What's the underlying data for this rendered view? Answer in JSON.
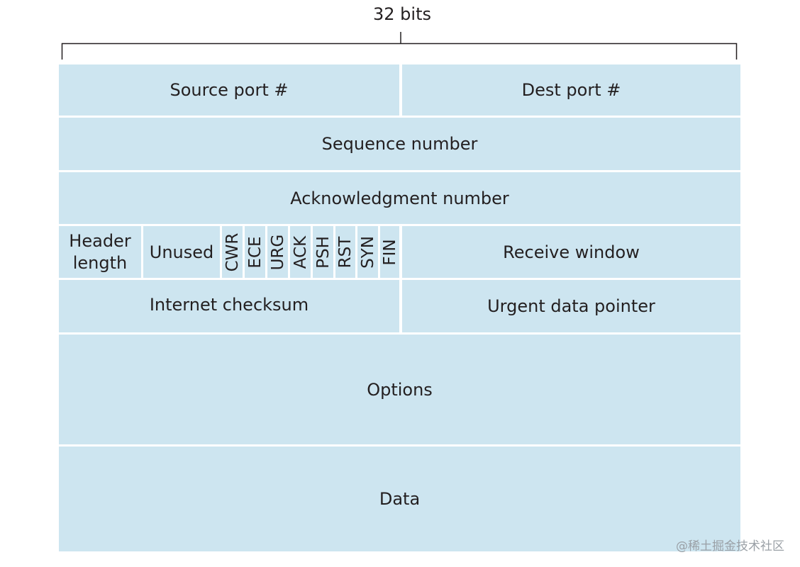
{
  "title": "32 bits",
  "fields": {
    "source_port": "Source port #",
    "dest_port": "Dest port #",
    "sequence_number": "Sequence number",
    "acknowledgment_number": "Acknowledgment number",
    "header_length_line1": "Header",
    "header_length_line2": "length",
    "unused": "Unused",
    "receive_window": "Receive window",
    "internet_checksum": "Internet checksum",
    "urgent_data_pointer": "Urgent data pointer",
    "options": "Options",
    "data": "Data"
  },
  "flags": [
    "CWR",
    "ECE",
    "URG",
    "ACK",
    "PSH",
    "RST",
    "SYN",
    "FIN"
  ],
  "watermark": "@稀土掘金技术社区",
  "colors": {
    "cell_fill": "#cde5f0",
    "divider": "#ffffff",
    "text": "#231f20",
    "brace": "#231f20"
  }
}
